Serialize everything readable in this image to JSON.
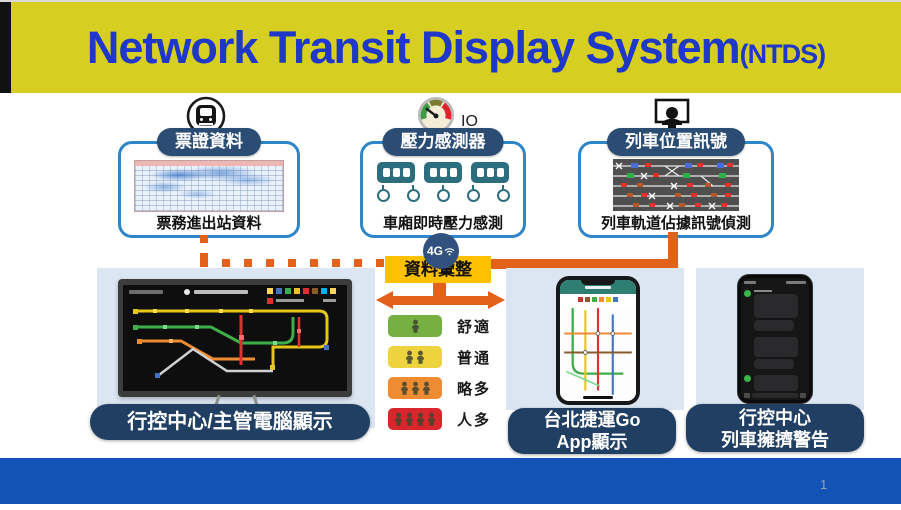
{
  "header": {
    "title": "Network Transit Display System",
    "suffix": "(NTDS)"
  },
  "sources": [
    {
      "pill": "票證資料",
      "caption": "票務進出站資料",
      "icon": "metro-card-icon"
    },
    {
      "pill": "壓力感測器",
      "caption": "車廂即時壓力感測",
      "icon": "pressure-gauge-icon",
      "icon_caption": "IO"
    },
    {
      "pill": "列車位置訊號",
      "caption": "列車軌道佔據訊號偵測",
      "icon": "operator-monitor-icon"
    }
  ],
  "hub": {
    "badge": "4G",
    "label": "資料彙整"
  },
  "legend": {
    "items": [
      {
        "label": "舒適",
        "color": "#76B043",
        "persons": 1
      },
      {
        "label": "普通",
        "color": "#EDD33E",
        "persons": 2
      },
      {
        "label": "略多",
        "color": "#EE8C31",
        "persons": 3
      },
      {
        "label": "人多",
        "color": "#D9252C",
        "persons": 4
      }
    ]
  },
  "outputs": {
    "control_center": {
      "label": "行控中心/主管電腦顯示"
    },
    "app": {
      "line1": "台北捷運Go",
      "line2": "App顯示"
    },
    "alert": {
      "line1": "行控中心",
      "line2": "列車擁擠警告"
    }
  },
  "footer": {
    "page": "1"
  },
  "colors": {
    "accent_orange": "#E2611B",
    "pill_navy": "#203F63",
    "box_border": "#2E86C8",
    "header_yellow": "#D6CE21",
    "title_blue": "#2038C8",
    "hub_yellow": "#FFC000",
    "footer_blue": "#1253B5",
    "panel_blue": "#DBE6F2"
  }
}
